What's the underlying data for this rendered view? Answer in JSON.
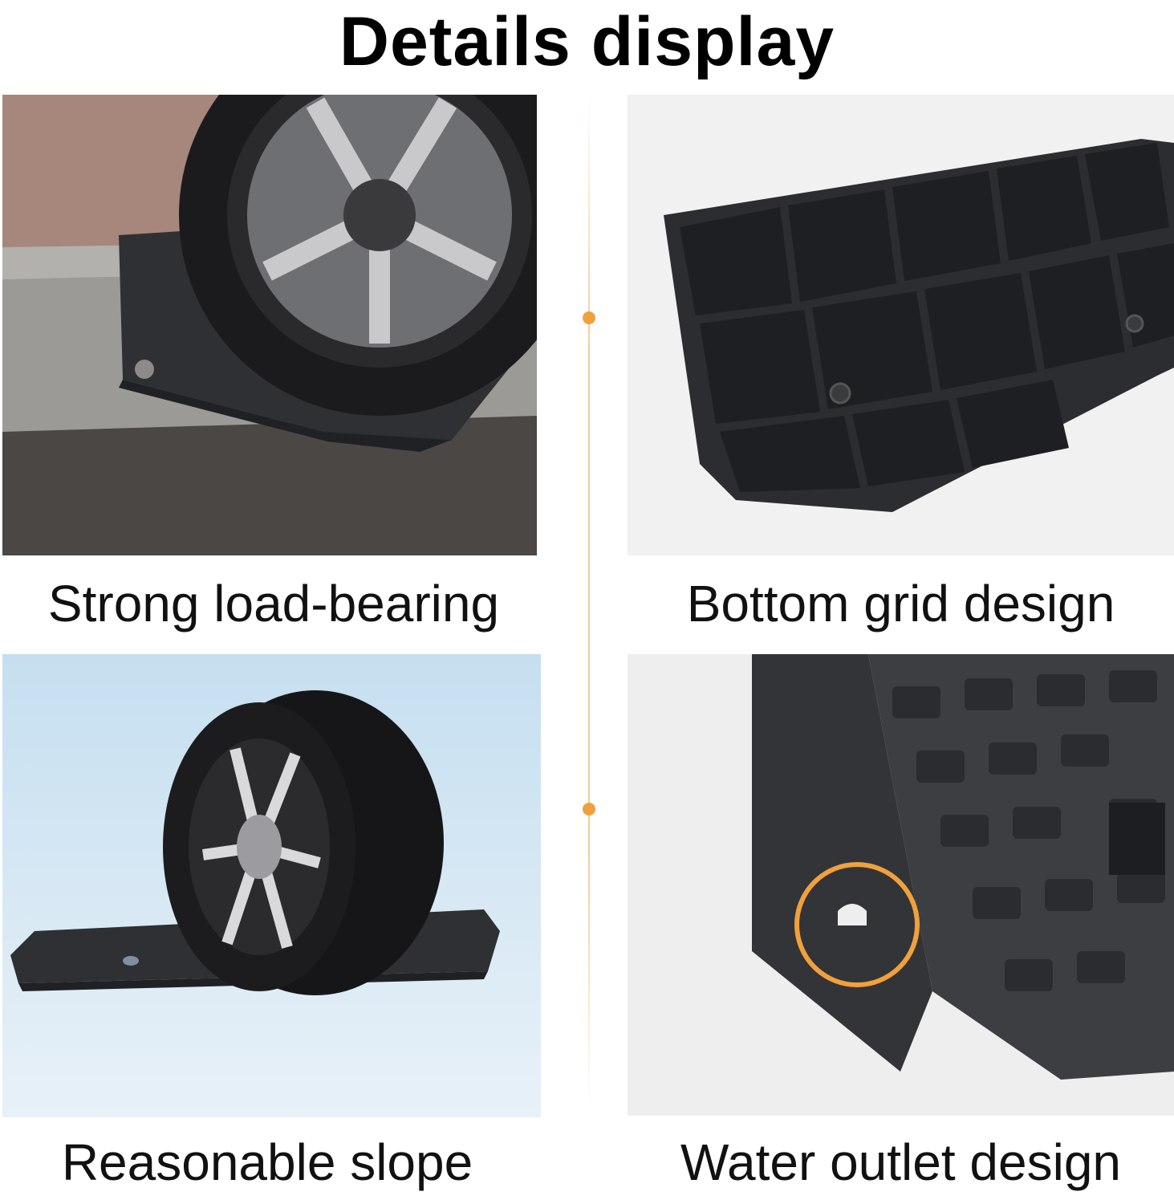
{
  "title": "Details display",
  "panels": [
    {
      "caption": "Strong load-bearing"
    },
    {
      "caption": "Bottom grid design"
    },
    {
      "caption": "Reasonable slope"
    },
    {
      "caption": "Water outlet design"
    }
  ],
  "colors": {
    "accent": "#f0a03c",
    "ramp": "#2e3034",
    "title_text": "#000000",
    "caption_text": "#111111"
  }
}
